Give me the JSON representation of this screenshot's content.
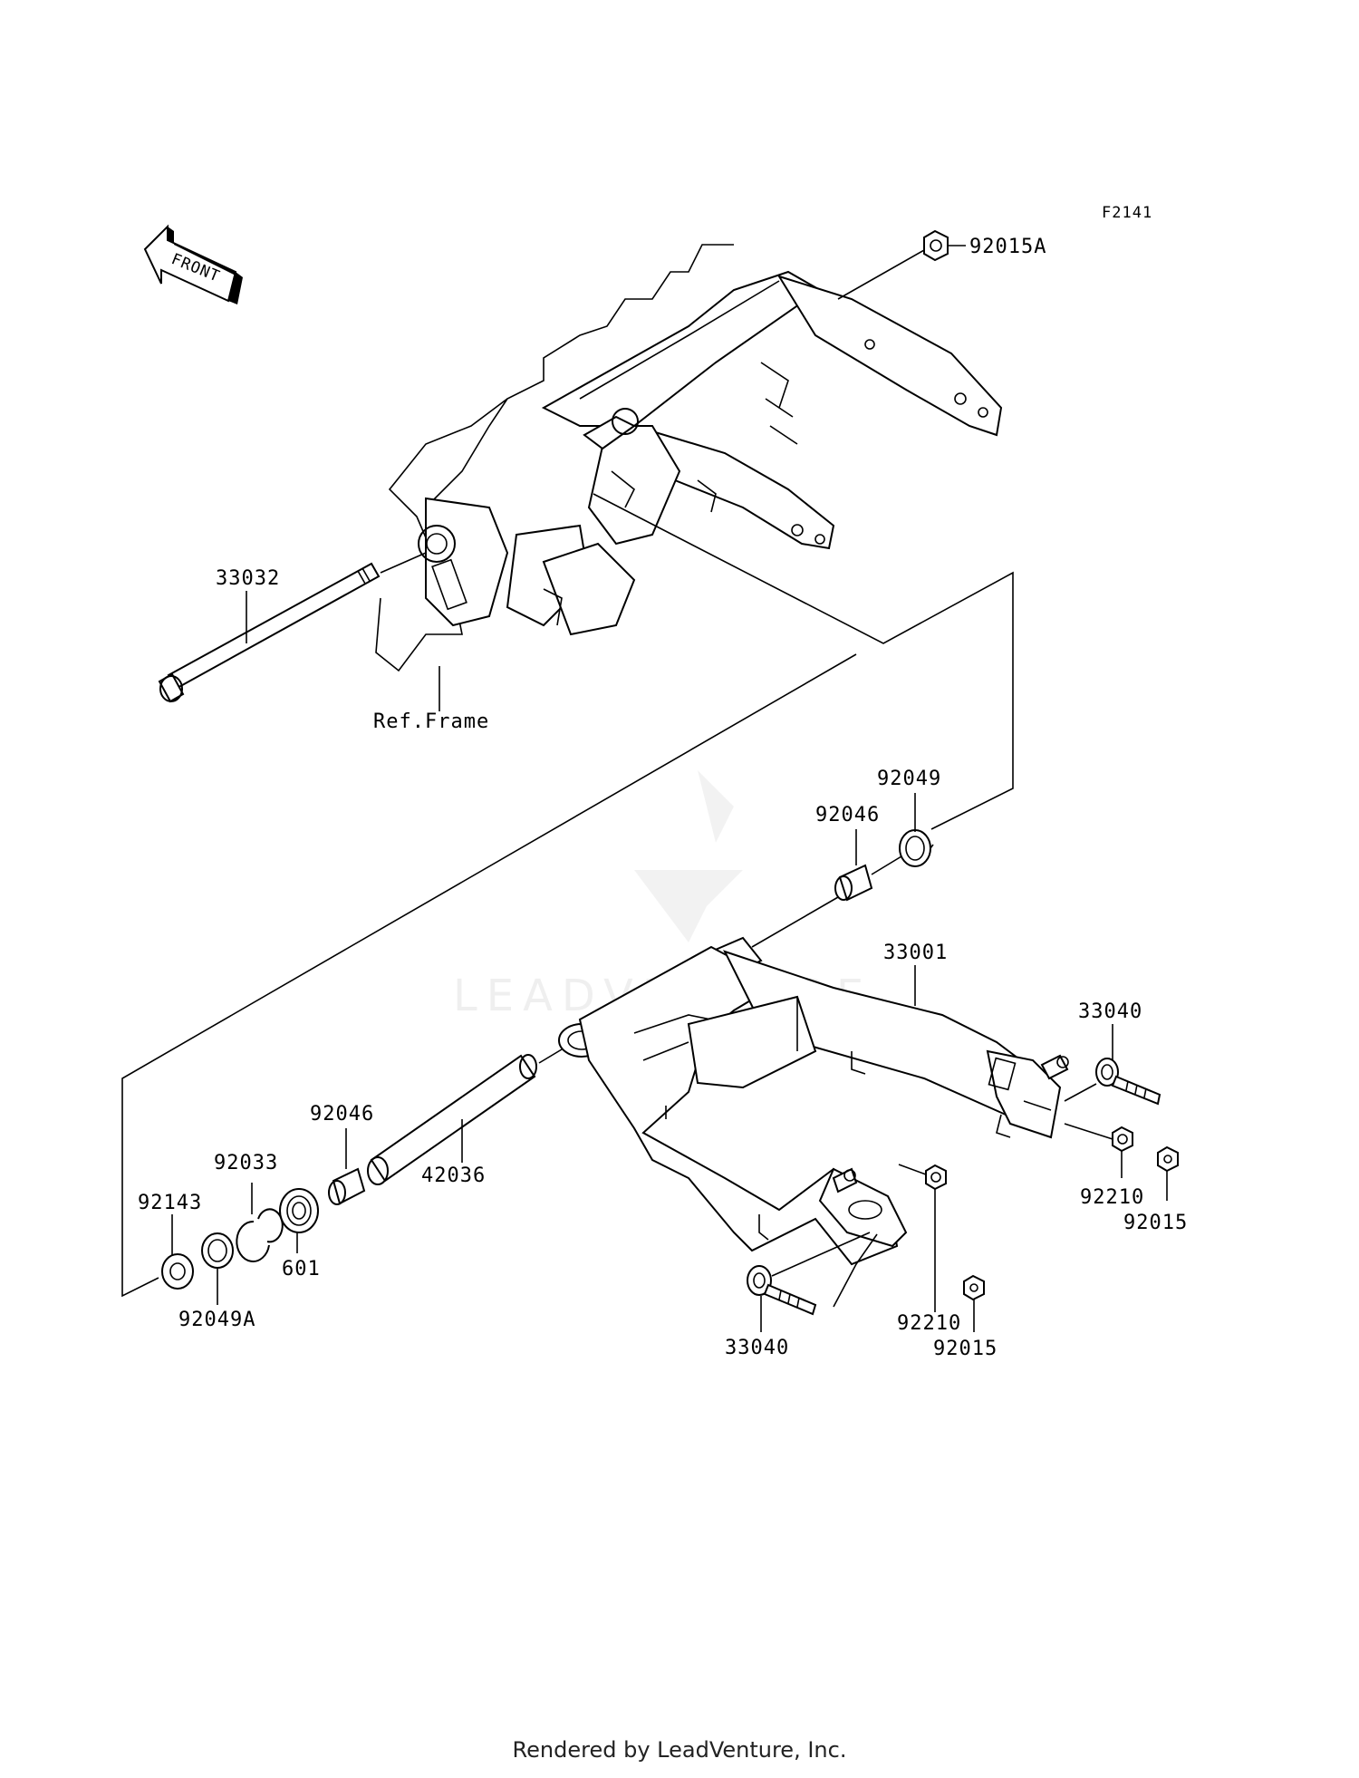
{
  "diagram_code": "F2141",
  "front_indicator": "FRONT",
  "reference_label": "Ref.Frame",
  "watermark": "LEADVENTURE",
  "footer": "Rendered by LeadVenture, Inc.",
  "callouts": {
    "p92015A": "92015A",
    "p33032": "33032",
    "p92049_top": "92049",
    "p92046_top": "92046",
    "p33001": "33001",
    "p33040_right": "33040",
    "p92046_left": "92046",
    "p42036": "42036",
    "p92033": "92033",
    "p92143": "92143",
    "p601": "601",
    "p92049A": "92049A",
    "p92210_right": "92210",
    "p92015_right": "92015",
    "p33040_bottom": "33040",
    "p92210_bottom": "92210",
    "p92015_bottom": "92015"
  }
}
